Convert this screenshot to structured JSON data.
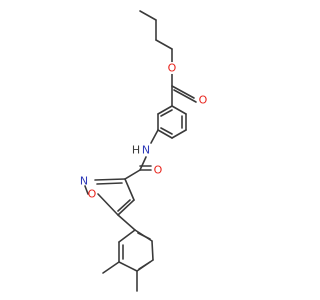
{
  "colors": {
    "bond": "#3a3a3a",
    "oxygen": "#e8241c",
    "nitrogen": "#2e3ab8",
    "hydrogen": "#3a3a3a"
  },
  "atom_labels": {
    "ester_ether_o": "O",
    "ester_carbonyl_o": "O",
    "amide_n": "N",
    "amide_h": "H",
    "amide_carbonyl_o": "O",
    "isoxazole_n": "N",
    "isoxazole_o": "O"
  }
}
